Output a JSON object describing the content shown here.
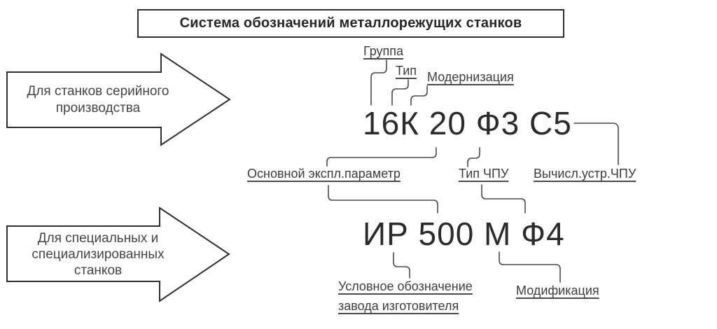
{
  "title": "Система обозначений металлорежущих станков",
  "arrows": {
    "serial_label": "Для станков серийного производства",
    "special_label": "Для специальных и специализированных станков"
  },
  "codes": {
    "serial_example": "16К 20 Ф3 С5",
    "special_example": "ИР 500 М Ф4"
  },
  "labels": {
    "group": "Группа",
    "type": "Тип",
    "modernization": "Модернизация",
    "main_param": "Основной экспл.параметр",
    "cnc_type": "Тип ЧПУ",
    "cnc_computer": "Вычисл.устр.ЧПУ",
    "factory_line1": "Условное обозначение",
    "factory_line2": "завода изготовителя",
    "modification": "Модификация"
  },
  "colors": {
    "ink": "#2b2b2b",
    "label_text": "#3d3d3d",
    "connector_line": "#4a4a4a",
    "shape_border": "#2e2e2e",
    "background": "#ffffff"
  }
}
